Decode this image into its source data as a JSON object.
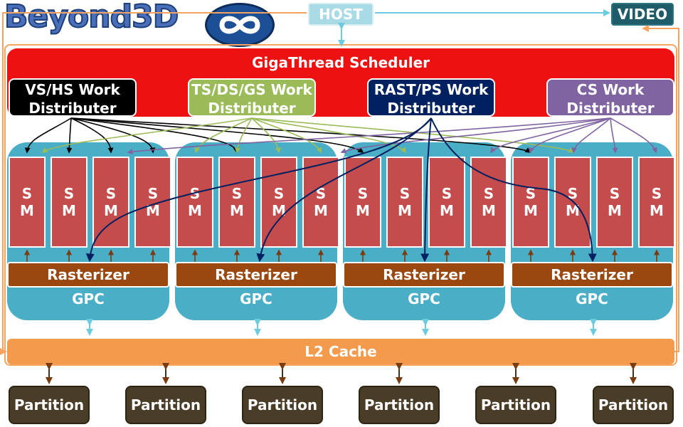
{
  "logo": {
    "text": "Beyond3D"
  },
  "host": {
    "label": "HOST"
  },
  "video": {
    "label": "VIDEO"
  },
  "scheduler": {
    "label": "GigaThread Scheduler"
  },
  "distributers": [
    {
      "label_line1": "VS/HS Work",
      "label_line2": "Distributer",
      "color": "#000000"
    },
    {
      "label_line1": "TS/DS/GS Work",
      "label_line2": "Distributer",
      "color": "#9bbb59"
    },
    {
      "label_line1": "RAST/PS Work",
      "label_line2": "Distributer",
      "color": "#002060"
    },
    {
      "label_line1": "CS Work",
      "label_line2": "Distributer",
      "color": "#8064a2"
    }
  ],
  "gpcs": [
    {
      "label": "GPC",
      "rasterizer": "Rasterizer",
      "sms": [
        {
          "l1": "S",
          "l2": "M"
        },
        {
          "l1": "S",
          "l2": "M"
        },
        {
          "l1": "S",
          "l2": "M"
        },
        {
          "l1": "S",
          "l2": "M"
        }
      ]
    },
    {
      "label": "GPC",
      "rasterizer": "Rasterizer",
      "sms": [
        {
          "l1": "S",
          "l2": "M"
        },
        {
          "l1": "S",
          "l2": "M"
        },
        {
          "l1": "S",
          "l2": "M"
        },
        {
          "l1": "S",
          "l2": "M"
        }
      ]
    },
    {
      "label": "GPC",
      "rasterizer": "Rasterizer",
      "sms": [
        {
          "l1": "S",
          "l2": "M"
        },
        {
          "l1": "S",
          "l2": "M"
        },
        {
          "l1": "S",
          "l2": "M"
        },
        {
          "l1": "S",
          "l2": "M"
        }
      ]
    },
    {
      "label": "GPC",
      "rasterizer": "Rasterizer",
      "sms": [
        {
          "l1": "S",
          "l2": "M"
        },
        {
          "l1": "S",
          "l2": "M"
        },
        {
          "l1": "S",
          "l2": "M"
        },
        {
          "l1": "S",
          "l2": "M"
        }
      ]
    }
  ],
  "l2": {
    "label": "L2 Cache"
  },
  "partitions": [
    "Partition",
    "Partition",
    "Partition",
    "Partition",
    "Partition",
    "Partition"
  ],
  "colors": {
    "scheduler": "#ee1111",
    "gpc": "#4aaec6",
    "sm": "#c44c4c",
    "rasterizer": "#9a480f",
    "l2": "#f39a4c",
    "partition": "#4a3d27"
  }
}
